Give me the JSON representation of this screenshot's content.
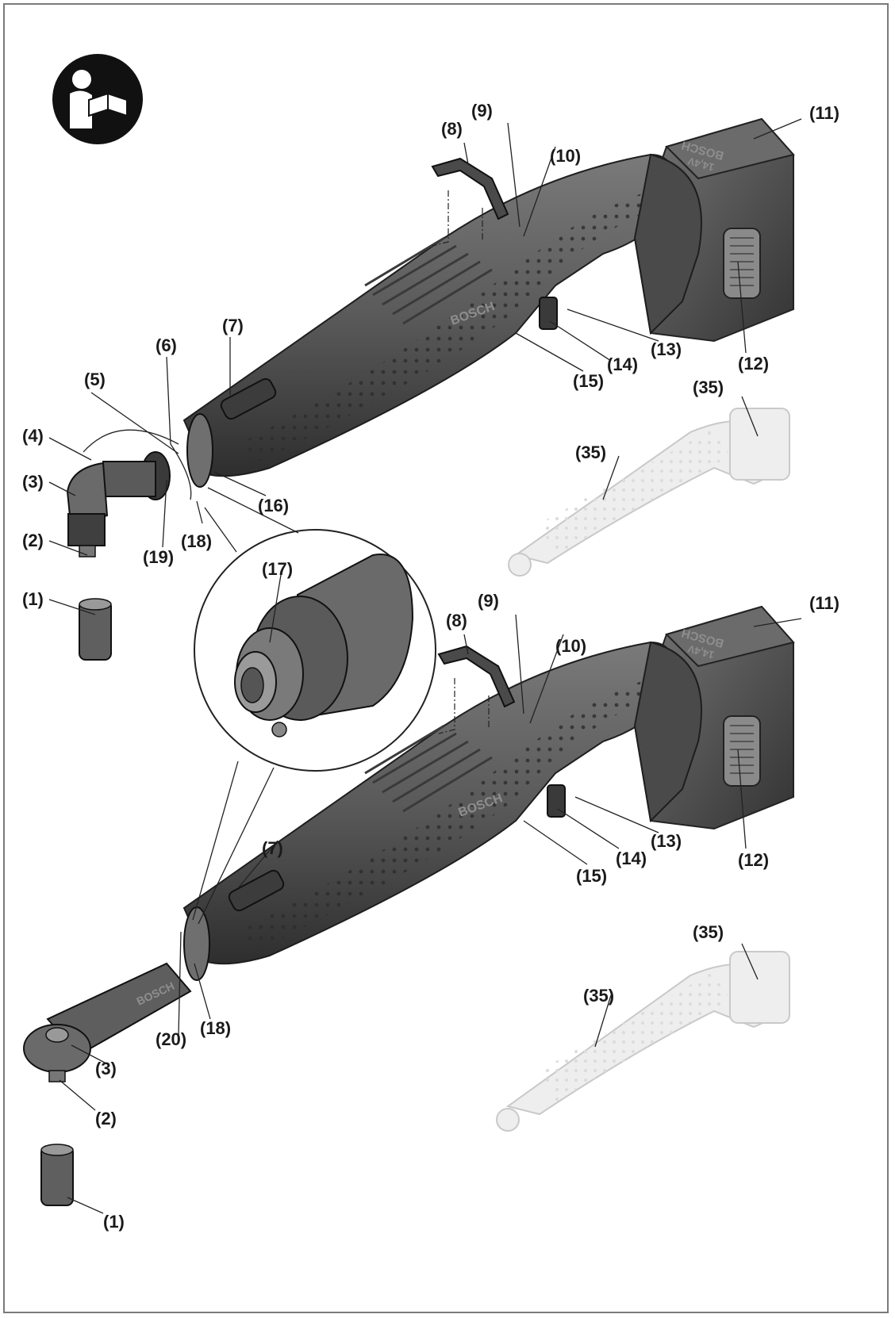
{
  "manual_icon": "read-manual-icon",
  "brand": {
    "tool_label": "BOSCH",
    "battery_label": "BOSCH",
    "voltage_label": "14,4V"
  },
  "callouts": {
    "c1": "(1)",
    "c2": "(2)",
    "c3": "(3)",
    "c4": "(4)",
    "c5": "(5)",
    "c6": "(6)",
    "c7": "(7)",
    "c8": "(8)",
    "c9": "(9)",
    "c10": "(10)",
    "c11": "(11)",
    "c12": "(12)",
    "c13": "(13)",
    "c14": "(14)",
    "c15": "(15)",
    "c16": "(16)",
    "c17": "(17)",
    "c18": "(18)",
    "c19": "(19)",
    "c20": "(20)",
    "c35": "(35)"
  },
  "colors": {
    "tool_body": "#565656",
    "tool_dark": "#2f2f2f",
    "tool_light": "#8a8a8a",
    "ghost": "#eeeeee",
    "frame": "#7a7a7a"
  }
}
